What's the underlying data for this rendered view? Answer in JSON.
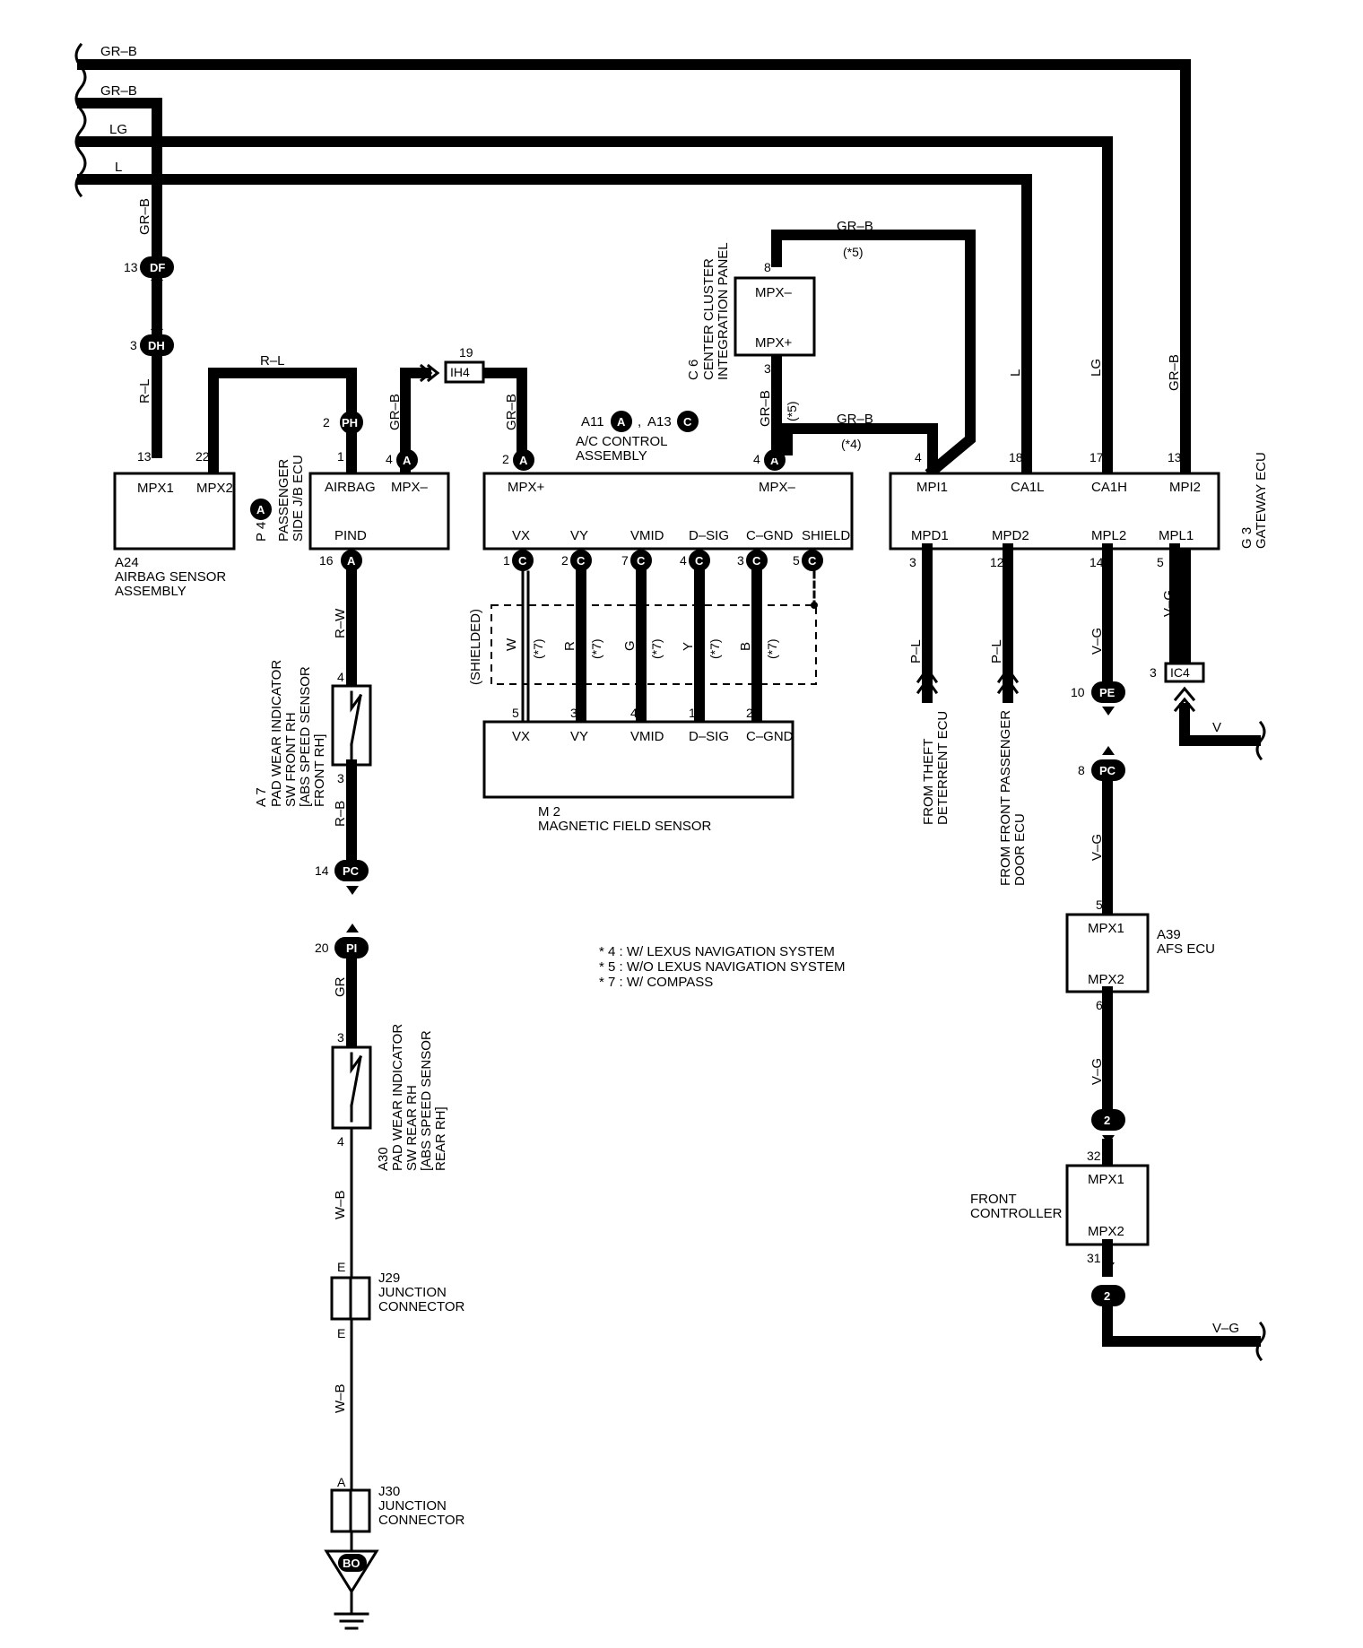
{
  "wires_top": {
    "w1": "GR–B",
    "w2": "GR–B",
    "w3": "LG",
    "w4": "L"
  },
  "left_labels": {
    "grb_vert": "GR–B",
    "rl_vert": "R–L",
    "rl_bridge": "R–L"
  },
  "conn_df": {
    "pin": "13",
    "code": "DF"
  },
  "conn_dh": {
    "pin": "3",
    "code": "DH"
  },
  "conn_ph": {
    "pin": "2",
    "code": "PH"
  },
  "a24": {
    "pin_left": "13",
    "pin_right": "22",
    "term1": "MPX1",
    "term2": "MPX2",
    "id": "A24",
    "name1": "AIRBAG SENSOR",
    "name2": "ASSEMBLY"
  },
  "p4": {
    "pin_top": "1",
    "pin_top2": "4",
    "pin_bottom": "16",
    "term_airbag": "AIRBAG",
    "term_mpx": "MPX–",
    "term_pind": "PIND",
    "code_a": "A",
    "id": "P 4",
    "name1": "PASSENGER",
    "name2": "SIDE J/B ECU"
  },
  "ih4": {
    "pin": "19",
    "code": "IH4"
  },
  "mid_wires": {
    "grb1": "GR–B",
    "grb2": "GR–B"
  },
  "ac": {
    "pin_mpxp": "2",
    "pin_mpxm": "4",
    "code_a": "A",
    "code_c": "C",
    "term_mpxp": "MPX+",
    "term_mpxm": "MPX–",
    "terms_bottom": [
      "VX",
      "VY",
      "VMID",
      "D–SIG",
      "C–GND",
      "SHIELD"
    ],
    "pins_bottom": [
      "1",
      "2",
      "7",
      "4",
      "3",
      "5"
    ],
    "id_a": "A11",
    "id_sep": ",",
    "id_c": "A13",
    "name1": "A/C CONTROL",
    "name2": "ASSEMBLY"
  },
  "shielded": {
    "label": "(SHIELDED)",
    "colors": [
      "W",
      "R",
      "G",
      "Y",
      "B"
    ],
    "note": "(*7)"
  },
  "m2": {
    "pins": [
      "5",
      "3",
      "4",
      "1",
      "2"
    ],
    "terms": [
      "VX",
      "VY",
      "VMID",
      "D–SIG",
      "C–GND"
    ],
    "id": "M 2",
    "name": "MAGNETIC FIELD SENSOR"
  },
  "c6": {
    "pin_top": "8",
    "pin_bottom": "3",
    "term_minus": "MPX–",
    "term_plus": "MPX+",
    "id": "C 6",
    "name1": "CENTER CLUSTER",
    "name2": "INTEGRATION PANEL",
    "wire_grb_top": "GR–B",
    "note5": "(*5)",
    "wire_grb_side": "GR–B",
    "note5_side": "(*5)",
    "wire_grb_bridge": "GR–B",
    "note4": "(*4)"
  },
  "gateway": {
    "pins_top": [
      "4",
      "18",
      "17",
      "13"
    ],
    "terms_top": [
      "MPI1",
      "CA1L",
      "CA1H",
      "MPI2"
    ],
    "terms_bottom": [
      "MPD1",
      "MPD2",
      "MPL2",
      "MPL1"
    ],
    "pins_bottom": [
      "3",
      "12",
      "14",
      "5"
    ],
    "id": "G 3",
    "name": "GATEWAY ECU",
    "wire_l": "L",
    "wire_lg": "LG",
    "wire_grb": "GR–B"
  },
  "theft": {
    "wire": "P–L",
    "from1": "FROM THEFT",
    "from2": "DETERRENT ECU"
  },
  "fpass": {
    "wire": "P–L",
    "from1": "FROM FRONT PASSENGER",
    "from2": "DOOR ECU"
  },
  "ic4": {
    "pin": "3",
    "code": "IC4",
    "wire_vg": "V–G",
    "wire_v": "V"
  },
  "right_chain": {
    "vg1": "V–G",
    "pe_pin": "10",
    "pe_code": "PE",
    "pc_pin": "8",
    "pc_code": "PC",
    "vg2": "V–G",
    "vg3": "V–G",
    "vg4": "V–G",
    "c2": "2"
  },
  "a39": {
    "pin_top": "5",
    "pin_bottom": "6",
    "term1": "MPX1",
    "term2": "MPX2",
    "id": "A39",
    "name": "AFS ECU"
  },
  "front": {
    "pin_top": "32",
    "pin_bottom": "31",
    "term1": "MPX1",
    "term2": "MPX2",
    "name1": "FRONT",
    "name2": "CONTROLLER"
  },
  "pad_front": {
    "wire_rw": "R–W",
    "pin_top": "4",
    "pin_bottom": "3",
    "wire_rb": "R–B",
    "id": "A 7",
    "name1": "PAD WEAR INDICATOR",
    "name2": "SW FRONT RH",
    "name3": "[ABS SPEED SENSOR",
    "name4": "FRONT RH]"
  },
  "conn_pc": {
    "pin": "14",
    "code": "PC"
  },
  "conn_pi": {
    "pin": "20",
    "code": "PI"
  },
  "pad_rear": {
    "wire_gr": "GR",
    "pin_top": "3",
    "pin_bottom": "4",
    "id": "A30",
    "name1": "PAD WEAR INDICATOR",
    "name2": "SW REAR RH",
    "name3": "[ABS SPEED SENSOR",
    "name4": "REAR RH]"
  },
  "j29": {
    "wire": "W–B",
    "pin_top": "E",
    "pin_bottom": "E",
    "id": "J29",
    "name1": "JUNCTION",
    "name2": "CONNECTOR"
  },
  "j30": {
    "wire": "W–B",
    "pin_top": "A",
    "id": "J30",
    "name1": "JUNCTION",
    "name2": "CONNECTOR"
  },
  "ground": {
    "code": "BO"
  },
  "notes": [
    "* 4 : W/ LEXUS NAVIGATION SYSTEM",
    "* 5 : W/O LEXUS NAVIGATION SYSTEM",
    "* 7 : W/ COMPASS"
  ]
}
